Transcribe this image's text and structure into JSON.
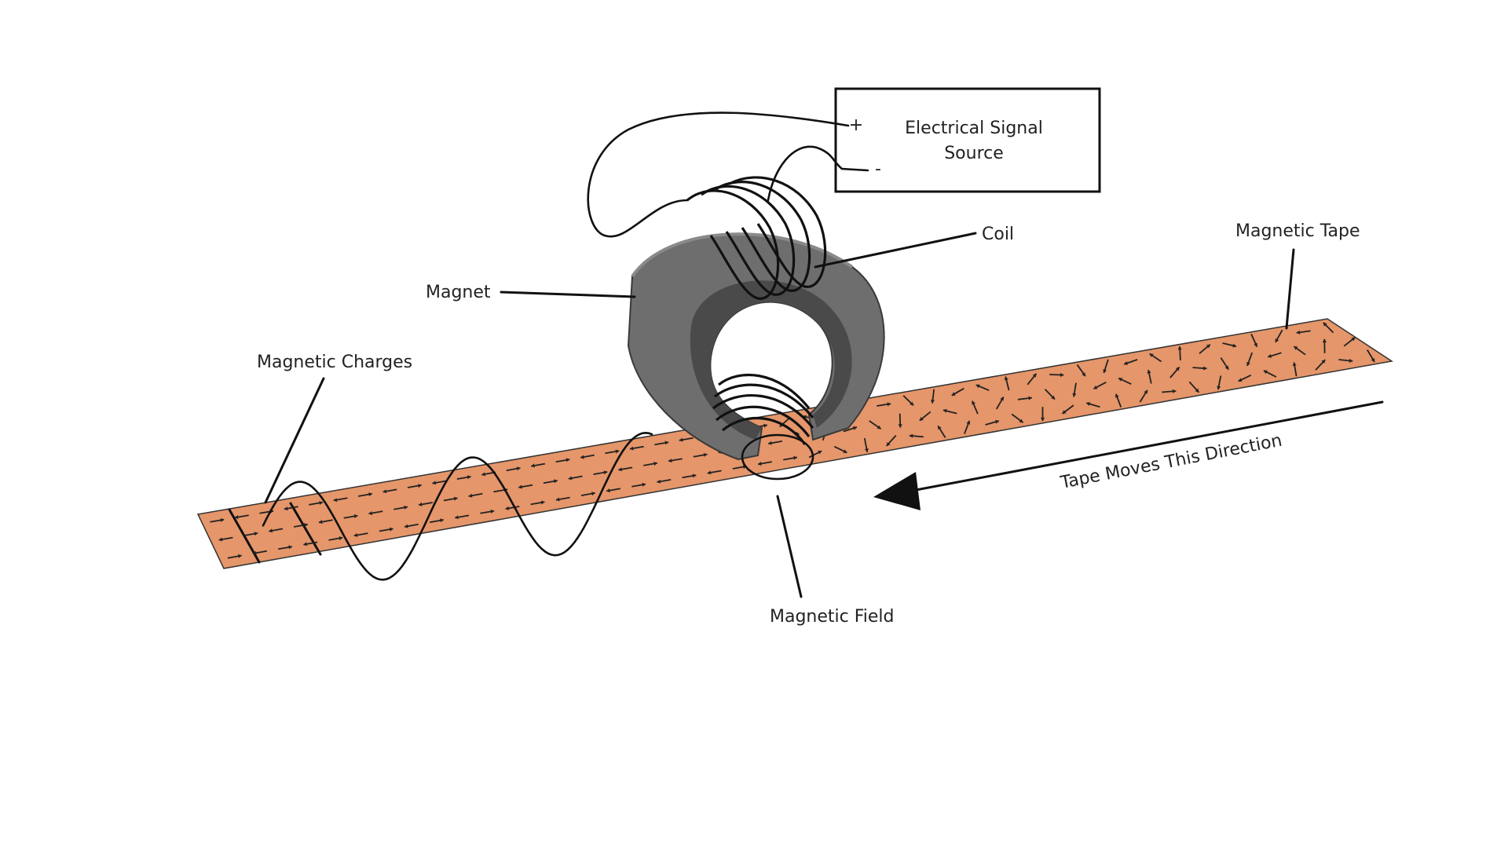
{
  "source_box": {
    "title_line1": "Electrical Signal",
    "title_line2": "Source",
    "plus": "+",
    "minus": "-"
  },
  "labels": {
    "coil": "Coil",
    "magnetic_tape": "Magnetic Tape",
    "magnet": "Magnet",
    "magnetic_charges": "Magnetic Charges",
    "magnetic_field": "Magnetic Field",
    "tape_direction": "Tape Moves This Direction"
  },
  "colors": {
    "tape": "#e5966a",
    "magnet_outer": "#6e6e6e",
    "magnet_inner": "#4a4a4a",
    "line": "#111111"
  }
}
